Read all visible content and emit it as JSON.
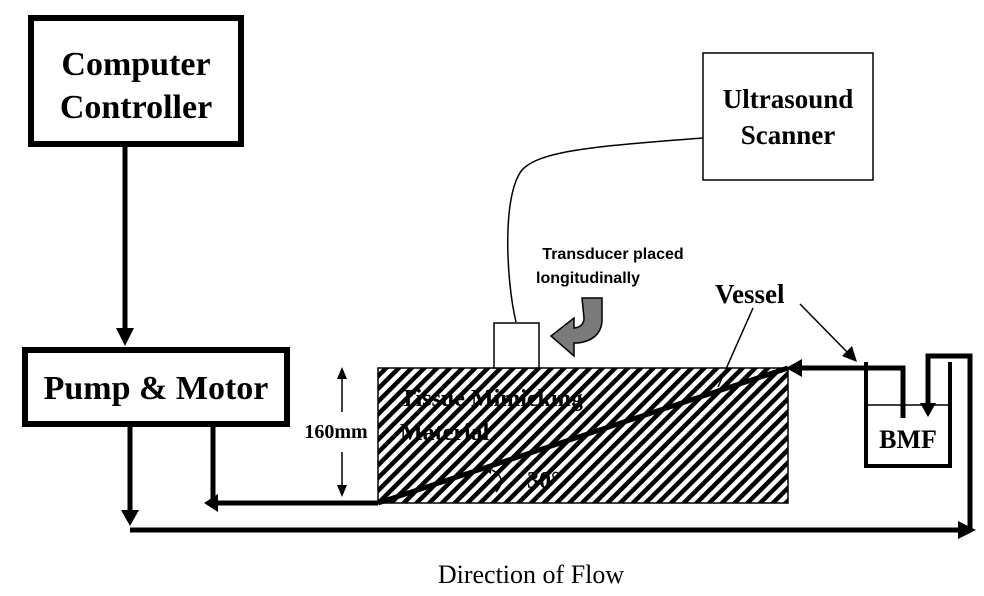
{
  "boxes": {
    "computer_controller": {
      "line1": "Computer",
      "line2": "Controller"
    },
    "pump_motor": "Pump & Motor",
    "ultrasound_scanner": {
      "line1": "Ultrasound",
      "line2": "Scanner"
    },
    "bmf": "BMF"
  },
  "labels": {
    "transducer": {
      "line1": "Transducer placed",
      "line2": "longitudinally"
    },
    "vessel": "Vessel",
    "tissue": {
      "line1": "Tissue Mimicking",
      "line2": "Material"
    },
    "depth": "160mm",
    "angle": "30°",
    "direction": "Direction of Flow"
  }
}
